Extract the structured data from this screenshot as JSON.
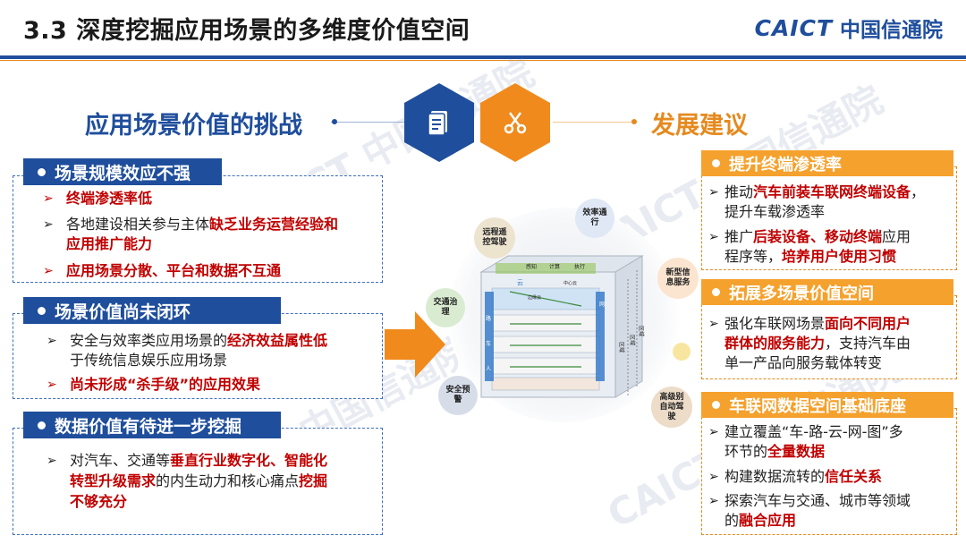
{
  "header": {
    "title": "3.3 深度挖掘应用场景的多维度价值空间",
    "logo_en": "CAICT",
    "logo_cn": "中国信通院"
  },
  "watermark": {
    "text": "CAICT 中国信通院"
  },
  "left": {
    "heading": "应用场景价值的挑战",
    "boxes": [
      {
        "title": "场景规模效应不强",
        "items": [
          {
            "parts": [
              "终端渗透率低"
            ]
          },
          {
            "parts": [
              "各地建设相关参与主体",
              "缺乏业务运营经验和",
              "应用推广能力"
            ]
          },
          {
            "parts": [
              "应用场景分散、平台和数据不互通"
            ]
          }
        ]
      },
      {
        "title": "场景价值尚未闭环",
        "items": [
          {
            "parts": [
              "安全与效率类应用场景的",
              "经济效益属性低",
              "于传统信息娱乐应用场景"
            ]
          },
          {
            "parts": [
              "尚未形成“杀手级”的应用效果"
            ]
          }
        ]
      },
      {
        "title": "数据价值有待进一步挖掘",
        "items": [
          {
            "parts": [
              "对汽车、交通等",
              "垂直行业数字化、智能化",
              "转型升级需求",
              "的内生动力和核心痛点",
              "挖掘",
              "不够充分"
            ]
          }
        ]
      }
    ]
  },
  "right": {
    "heading": "发展建议",
    "boxes": [
      {
        "title": "提升终端渗透率",
        "items": [
          {
            "parts": [
              "推动",
              "汽车前装车联网终端设备",
              "，",
              "提升车载渗透率"
            ]
          },
          {
            "parts": [
              "推广",
              "后装设备、移动终端",
              "应用",
              "程序等，",
              "培养用户使用习惯"
            ]
          }
        ]
      },
      {
        "title": "拓展多场景价值空间",
        "items": [
          {
            "parts": [
              "强化车联网场景",
              "面向不同用户",
              "群体的服务能力",
              "，支持汽车由",
              "单一产品向服务载体转变"
            ]
          }
        ]
      },
      {
        "title": "车联网数据空间基础底座",
        "items": [
          {
            "parts": [
              "建立覆盖“车-路-云-网-图”多",
              "环节的",
              "全量数据"
            ]
          },
          {
            "parts": [
              "构建数据流转的",
              "信任关系"
            ]
          },
          {
            "parts": [
              "探索汽车与交通、城市等领域",
              "的",
              "融合应用"
            ]
          }
        ]
      }
    ]
  },
  "diagram": {
    "nodes": [
      "效率通行",
      "远程遥控驾驶",
      "新型信息服务",
      "交通治理",
      "安全预警",
      "高级别自动驾驶"
    ],
    "cube_labels": [
      "感知",
      "计算",
      "执行",
      "云",
      "网",
      "路",
      "车",
      "人",
      "区域",
      "区域",
      "区域",
      "中心云",
      "边缘云"
    ]
  },
  "icons": {
    "left_hex": "document-icon",
    "right_hex": "scissors-icon",
    "big_arrow": "arrow-right-icon"
  },
  "colors": {
    "primary_blue": "#1f4e9c",
    "accent_orange": "#f5a12d",
    "emphasis_red": "#c00000"
  }
}
